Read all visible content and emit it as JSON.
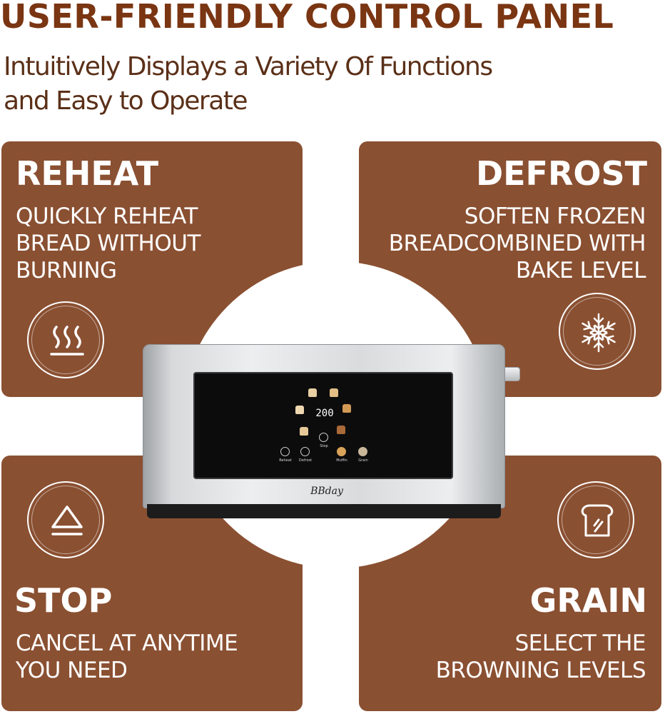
{
  "header": {
    "title": "USER-FRIENDLY CONTROL PANEL",
    "subtitle_line1": "Intuitively Displays a Variety Of Functions",
    "subtitle_line2": "and Easy to Operate"
  },
  "panels": {
    "reheat": {
      "title": "REHEAT",
      "desc": [
        "QUICKLY REHEAT",
        "BREAD WITHOUT",
        "BURNING"
      ],
      "icon": "heat-waves-icon"
    },
    "defrost": {
      "title": "DEFROST",
      "desc": [
        "SOFTEN FROZEN",
        "BREADCOMBINED WITH",
        "BAKE LEVEL"
      ],
      "icon": "snowflake-icon"
    },
    "stop": {
      "title": "STOP",
      "desc": [
        "CANCEL AT ANYTIME",
        "YOU NEED"
      ],
      "icon": "stop-triangle-icon"
    },
    "grain": {
      "title": "GRAIN",
      "desc": [
        "SELECT THE",
        "BROWNING LEVELS"
      ],
      "icon": "bread-slice-icon"
    }
  },
  "toaster": {
    "display": "200",
    "brand": "BBday",
    "buttons": {
      "reheat": "Reheat",
      "defrost": "Defrost",
      "stop": "Stop",
      "muffin": "Muffin",
      "grain": "Grain"
    }
  },
  "colors": {
    "panel": "#8a5032",
    "headline": "#7a3512",
    "subline": "#5b3018"
  }
}
